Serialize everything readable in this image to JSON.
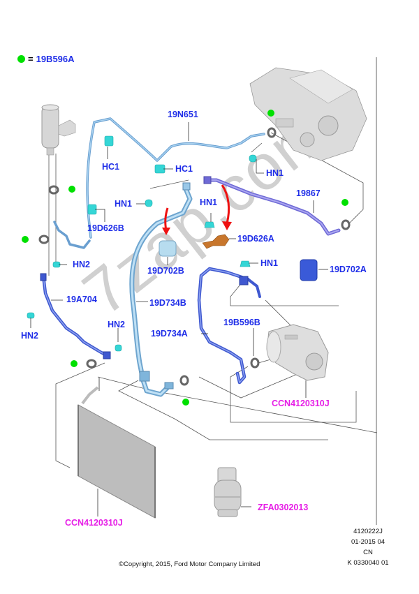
{
  "legend": {
    "marker": "green-dot",
    "equals": "=",
    "code": "19B596A",
    "marker_color": "#00e000"
  },
  "colors": {
    "part_label": "#1f2ee8",
    "assembly_label": "#e61ee6",
    "pipe_light": "#8fc3e6",
    "pipe_dark": "#4a63d8",
    "pipe_violet": "#8b86e0",
    "clip_cyan": "#35d6d6",
    "arrow_red": "#ee1111",
    "bracket_brown": "#c8762c"
  },
  "labels": {
    "l19N651": "19N651",
    "hc1_a": "HC1",
    "hc1_b": "HC1",
    "hn1_top": "HN1",
    "l19867": "19867",
    "hn1_left": "HN1",
    "l19D626B": "19D626B",
    "hn1_mid": "HN1",
    "l19D626A": "19D626A",
    "l19D702B": "19D702B",
    "hn2_upper": "HN2",
    "hn1_lower": "HN1",
    "l19D702A": "19D702A",
    "l19A704": "19A704",
    "l19D734B": "19D734B",
    "hn2_left": "HN2",
    "hn2_mid": "HN2",
    "l19D734A": "19D734A",
    "l19B596B": "19B596B",
    "ccn_compressor": "CCN4120310J",
    "ccn_condenser": "CCN4120310J",
    "zfa": "ZFA0302013"
  },
  "meta": {
    "line1": "4120222J",
    "line2": "01-2015 04",
    "line3": "CN",
    "line4": "K 0330040 01"
  },
  "copyright": "©Copyright, 2015, Ford Motor Company Limited",
  "watermark": "7zap.com"
}
